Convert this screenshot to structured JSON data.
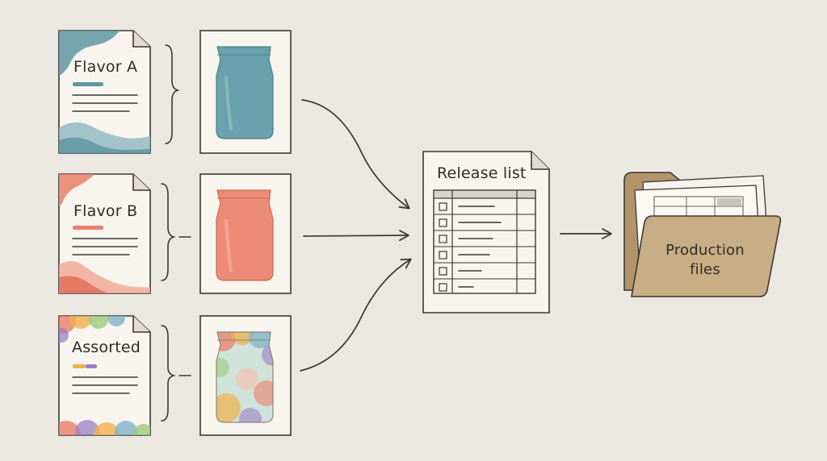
{
  "sheets": [
    {
      "id": "flavor-a",
      "label": "Flavor A",
      "color": "#5f97a3",
      "pouch_color": "#6aa1ae"
    },
    {
      "id": "flavor-b",
      "label": "Flavor B",
      "color": "#e9806a",
      "pouch_color": "#ec8c76"
    },
    {
      "id": "assorted",
      "label": "Assorted",
      "color": "#f1b04c",
      "pouch_color": "#b8d6c8"
    }
  ],
  "release_list": {
    "title": "Release list",
    "rows": 6
  },
  "folder": {
    "title": "Production files"
  },
  "colors": {
    "paper": "#f8f5ef",
    "ink": "#3a3835",
    "folder": "#c9ad84",
    "folder_dark": "#b39369",
    "background": "#ebe7e1"
  }
}
